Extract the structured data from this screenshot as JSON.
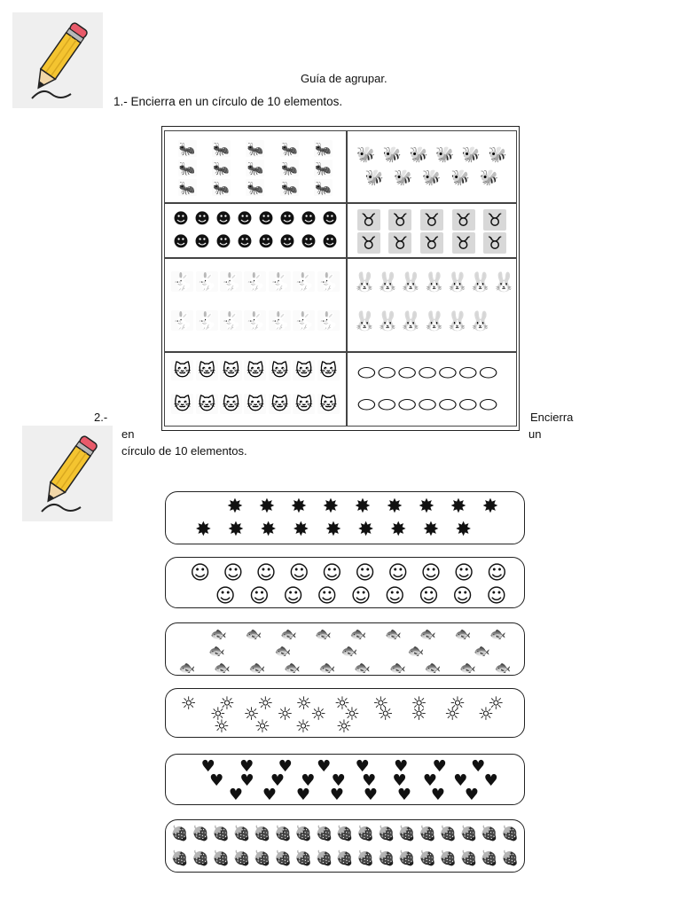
{
  "worksheet": {
    "title": "Guía de agrupar.",
    "q1": {
      "text": "1.- Encierra en un círculo de 10 elementos."
    },
    "q2": {
      "number": "2.-",
      "w1": "Encierra",
      "w2": "en",
      "w3": "un",
      "line2": "círculo de 10 elementos."
    }
  },
  "icons": {
    "pencil": "pencil-icon",
    "grid_cells": [
      "ant-icon",
      "bee-icon",
      "monkey-icon",
      "elephant-icon",
      "rabbit-icon",
      "rabbit-head-icon",
      "cat-icon",
      "egg-icon"
    ],
    "bands": [
      "star-icon",
      "smiley-face-icon",
      "fish-icon",
      "sun-icon",
      "heart-icon",
      "strawberry-icon"
    ]
  },
  "glyphs": {
    "ant": "🐜",
    "bee": "🐝",
    "monkey": "☻",
    "elephant": "♉",
    "rabbit": "🐇",
    "rabbithead": "🐰",
    "cat": "🐱",
    "egg": "⬭",
    "star": "✸",
    "smiley": "☺",
    "fish": "🐟",
    "sun": "☼",
    "heart": "♥",
    "strawberry": "🍓"
  }
}
